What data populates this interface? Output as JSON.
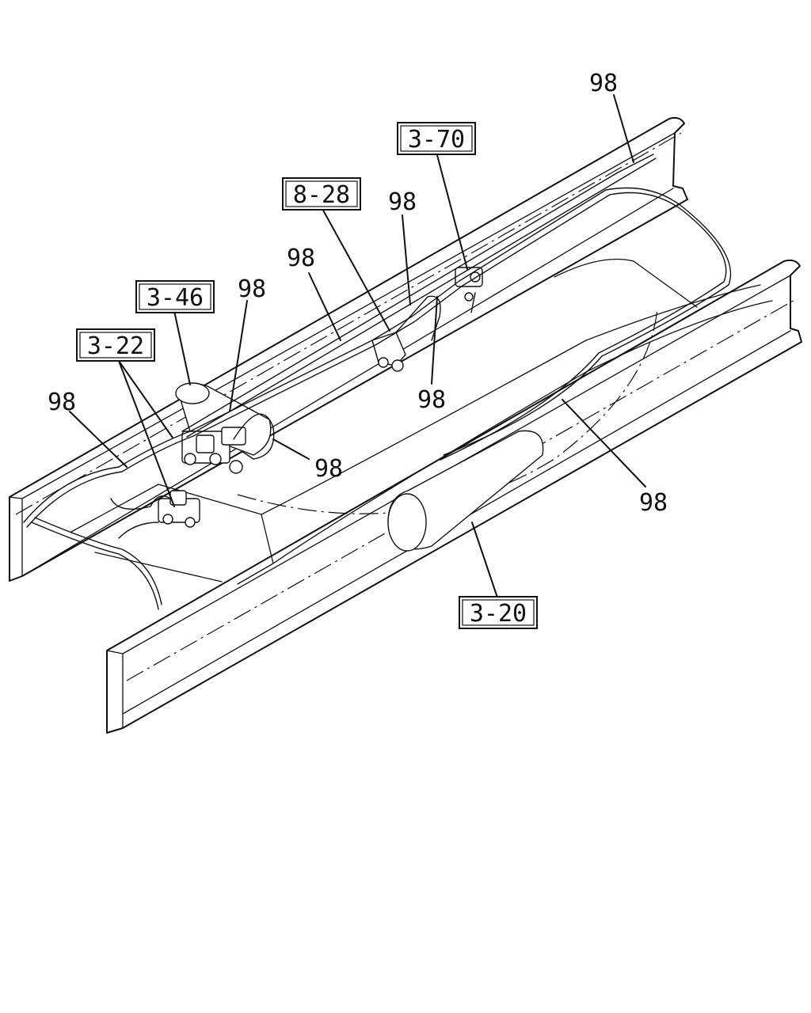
{
  "callouts": {
    "ref_3_70": "3-70",
    "ref_8_28": "8-28",
    "ref_3_46": "3-46",
    "ref_3_22": "3-22",
    "ref_3_20": "3-20",
    "pipe_98_a": "98",
    "pipe_98_b": "98",
    "pipe_98_c": "98",
    "pipe_98_d": "98",
    "pipe_98_e": "98",
    "pipe_98_f": "98",
    "pipe_98_g": "98",
    "pipe_98_h": "98"
  }
}
